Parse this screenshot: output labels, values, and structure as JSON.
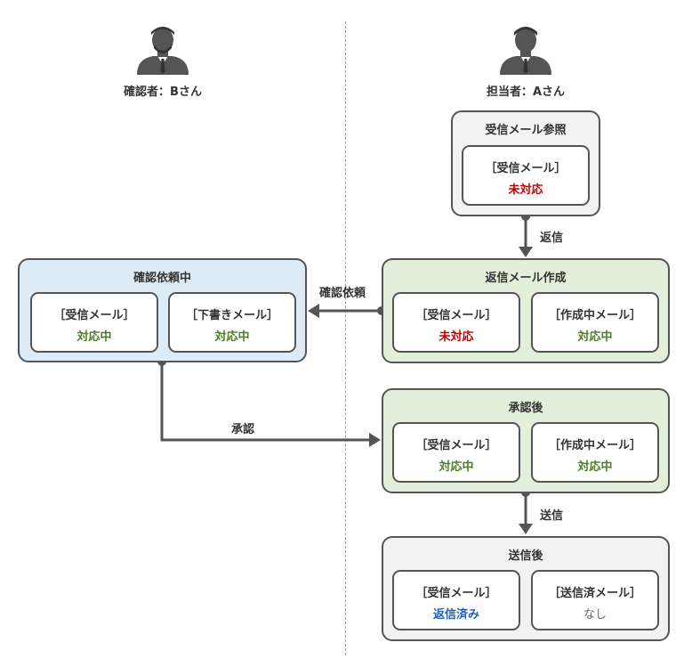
{
  "persons": {
    "confirmer": {
      "label": "確認者：Bさん",
      "icon": "person-bearded-icon"
    },
    "assignee": {
      "label": "担当者：Aさん",
      "icon": "person-icon"
    }
  },
  "colors": {
    "unhandled": "#c00000",
    "in_progress": "#4f7a28",
    "replied": "#1f5fbf",
    "none": "#666666",
    "gray_group": "#f2f2f2",
    "green_group": "#e2efda",
    "blue_group": "#ddebf7"
  },
  "groups": {
    "received_view": {
      "title": "受信メール参照",
      "cards": [
        {
          "name": "［受信メール］",
          "status": "未対応"
        }
      ]
    },
    "reply_create": {
      "title": "返信メール作成",
      "cards": [
        {
          "name": "［受信メール］",
          "status": "未対応"
        },
        {
          "name": "［作成中メール］",
          "status": "対応中"
        }
      ]
    },
    "confirm_request": {
      "title": "確認依頼中",
      "cards": [
        {
          "name": "［受信メール］",
          "status": "対応中"
        },
        {
          "name": "［下書きメール］",
          "status": "対応中"
        }
      ]
    },
    "after_approval": {
      "title": "承認後",
      "cards": [
        {
          "name": "［受信メール］",
          "status": "対応中"
        },
        {
          "name": "［作成中メール］",
          "status": "対応中"
        }
      ]
    },
    "after_send": {
      "title": "送信後",
      "cards": [
        {
          "name": "［受信メール］",
          "status": "返信済み"
        },
        {
          "name": "［送信済メール］",
          "status": "なし"
        }
      ]
    }
  },
  "edges": {
    "reply": "返信",
    "confirm_request": "確認依頼",
    "approve": "承認",
    "send": "送信"
  }
}
